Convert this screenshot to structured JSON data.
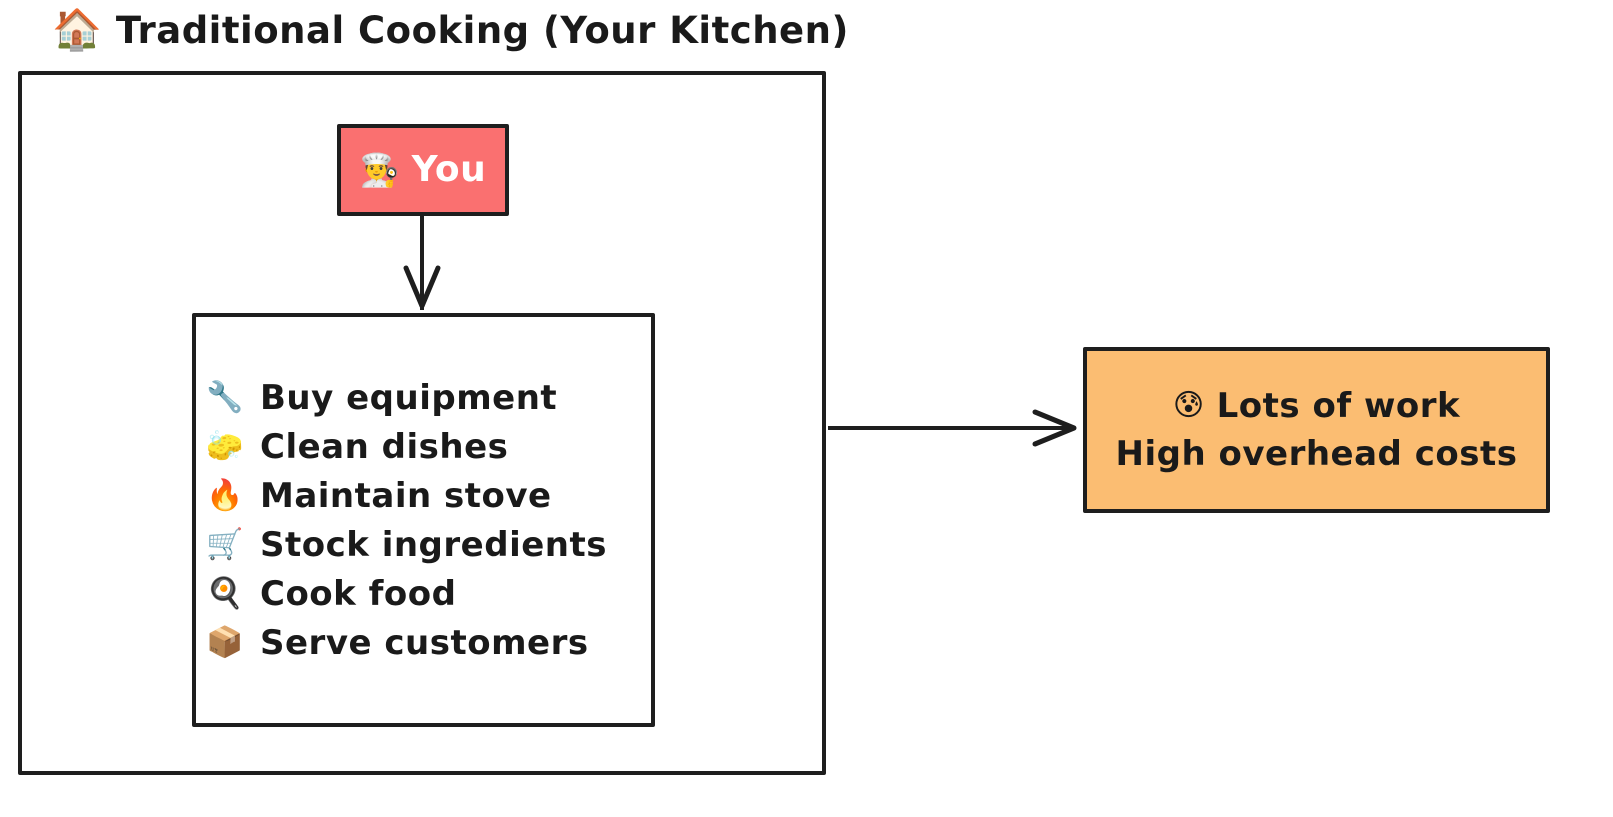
{
  "diagram": {
    "type": "flowchart",
    "background": "#ffffff",
    "stroke_color": "#1e1e1e"
  },
  "container": {
    "title_emoji": "🏠",
    "title_emoji_name": "house-icon",
    "title": "Traditional Cooking (Your Kitchen)"
  },
  "nodes": {
    "you": {
      "emoji": "👨‍🍳",
      "emoji_name": "chef-icon",
      "label": "You",
      "fill": "#fa7070",
      "text_color": "#ffffff"
    },
    "tasks": {
      "fill": "#ffffff",
      "items": [
        {
          "emoji": "🔧",
          "emoji_name": "wrench-icon",
          "label": "Buy equipment"
        },
        {
          "emoji": "🧽",
          "emoji_name": "sponge-icon",
          "label": "Clean dishes"
        },
        {
          "emoji": "🔥",
          "emoji_name": "fire-icon",
          "label": "Maintain stove"
        },
        {
          "emoji": "🛒",
          "emoji_name": "shopping-cart-icon",
          "label": "Stock ingredients"
        },
        {
          "emoji": "🍳",
          "emoji_name": "cooking-pan-icon",
          "label": "Cook food"
        },
        {
          "emoji": "📦",
          "emoji_name": "package-icon",
          "label": "Serve customers"
        }
      ]
    },
    "outcome": {
      "emoji": "😰",
      "emoji_name": "anxious-sweat-face-icon",
      "line1": "Lots of work",
      "line2": "High overhead costs",
      "fill": "#fbbd72",
      "text_color": "#1a1a1a"
    }
  },
  "edges": [
    {
      "name": "you-to-tasks",
      "direction": "down"
    },
    {
      "name": "kitchen-to-outcome",
      "direction": "right"
    }
  ]
}
